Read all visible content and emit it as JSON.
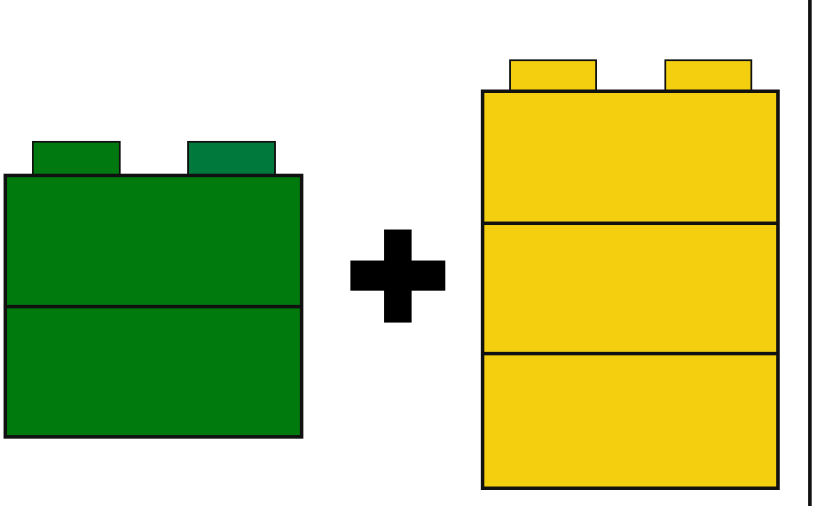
{
  "diagram": {
    "operator": "+",
    "blocks": [
      {
        "name": "green-block",
        "color": "#007a0c",
        "stud_colors": [
          "#007a10",
          "#007a3c"
        ],
        "studs": 2,
        "layers": 2
      },
      {
        "name": "yellow-block",
        "color": "#f4cf10",
        "stud_colors": [
          "#f4cf10",
          "#f4cf10"
        ],
        "studs": 2,
        "layers": 3
      }
    ],
    "outline_color": "#111111",
    "operator_color": "#000000"
  }
}
